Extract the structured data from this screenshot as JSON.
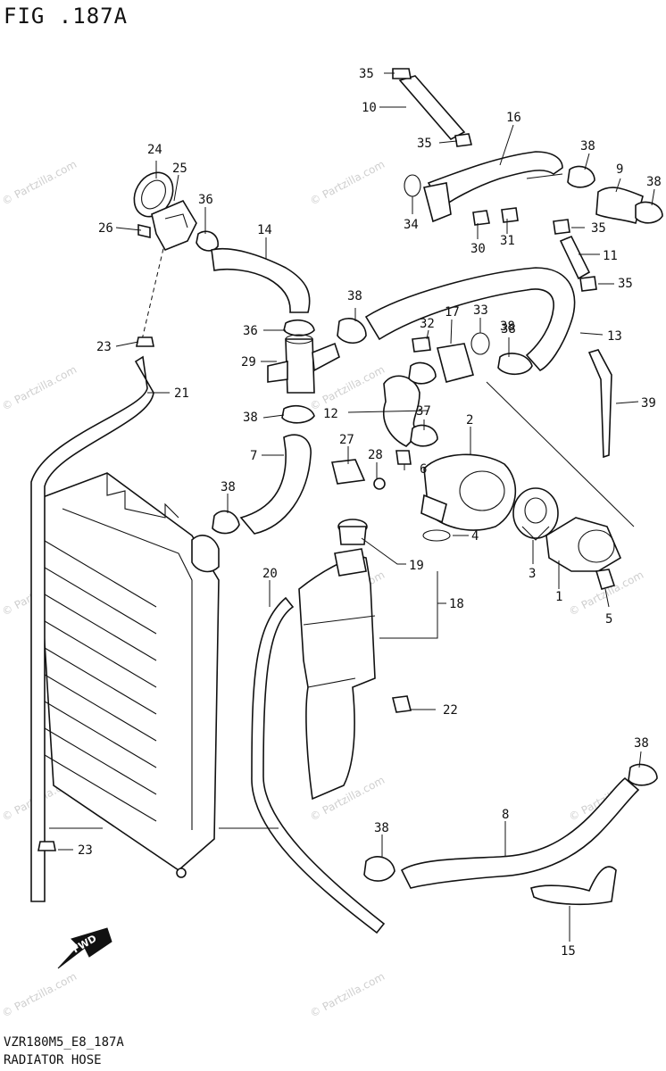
{
  "figure": {
    "title": "FIG .187A"
  },
  "footer": {
    "code": "VZR180M5_E8_187A",
    "name": "RADIATOR HOSE"
  },
  "fwd_label": "FWD",
  "watermark": "© Partzilla.com",
  "callouts": [
    {
      "id": "c1",
      "label": "1"
    },
    {
      "id": "c2",
      "label": "2"
    },
    {
      "id": "c3",
      "label": "3"
    },
    {
      "id": "c4",
      "label": "4"
    },
    {
      "id": "c5",
      "label": "5"
    },
    {
      "id": "c6",
      "label": "6"
    },
    {
      "id": "c7",
      "label": "7"
    },
    {
      "id": "c8",
      "label": "8"
    },
    {
      "id": "c9",
      "label": "9"
    },
    {
      "id": "c10",
      "label": "10"
    },
    {
      "id": "c11",
      "label": "11"
    },
    {
      "id": "c12",
      "label": "12"
    },
    {
      "id": "c13",
      "label": "13"
    },
    {
      "id": "c14",
      "label": "14"
    },
    {
      "id": "c15",
      "label": "15"
    },
    {
      "id": "c16",
      "label": "16"
    },
    {
      "id": "c17",
      "label": "17"
    },
    {
      "id": "c18",
      "label": "18"
    },
    {
      "id": "c19",
      "label": "19"
    },
    {
      "id": "c20",
      "label": "20"
    },
    {
      "id": "c21",
      "label": "21"
    },
    {
      "id": "c22",
      "label": "22"
    },
    {
      "id": "c23a",
      "label": "23"
    },
    {
      "id": "c23b",
      "label": "23"
    },
    {
      "id": "c24",
      "label": "24"
    },
    {
      "id": "c25",
      "label": "25"
    },
    {
      "id": "c26",
      "label": "26"
    },
    {
      "id": "c27",
      "label": "27"
    },
    {
      "id": "c28",
      "label": "28"
    },
    {
      "id": "c29",
      "label": "29"
    },
    {
      "id": "c30",
      "label": "30"
    },
    {
      "id": "c31",
      "label": "31"
    },
    {
      "id": "c32",
      "label": "32"
    },
    {
      "id": "c33",
      "label": "33"
    },
    {
      "id": "c34",
      "label": "34"
    },
    {
      "id": "c35a",
      "label": "35"
    },
    {
      "id": "c35b",
      "label": "35"
    },
    {
      "id": "c35c",
      "label": "35"
    },
    {
      "id": "c35d",
      "label": "35"
    },
    {
      "id": "c36a",
      "label": "36"
    },
    {
      "id": "c36b",
      "label": "36"
    },
    {
      "id": "c37",
      "label": "37"
    },
    {
      "id": "c38a",
      "label": "38"
    },
    {
      "id": "c38b",
      "label": "38"
    },
    {
      "id": "c38c",
      "label": "38"
    },
    {
      "id": "c38d",
      "label": "38"
    },
    {
      "id": "c38e",
      "label": "38"
    },
    {
      "id": "c38f",
      "label": "38"
    },
    {
      "id": "c38g",
      "label": "38"
    },
    {
      "id": "c38h",
      "label": "38"
    },
    {
      "id": "c38i",
      "label": "38"
    },
    {
      "id": "c39",
      "label": "39"
    }
  ]
}
